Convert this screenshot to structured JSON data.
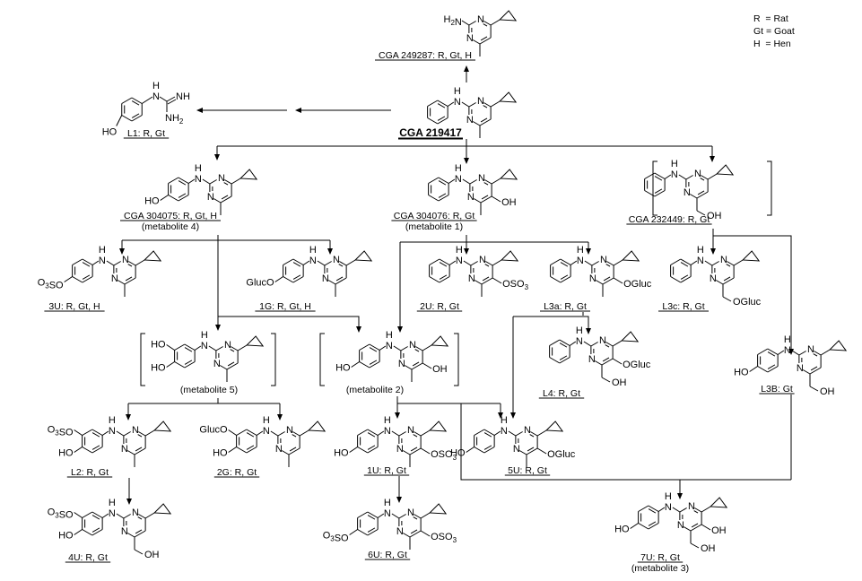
{
  "title": "Proposed metabolic pathway of CGA 219417 (cyprodinil) in rat, goat and hen",
  "legend": [
    {
      "abbr": "R",
      "meaning": "Rat",
      "text": "R  = Rat"
    },
    {
      "abbr": "Gt",
      "meaning": "Goat",
      "text": "Gt = Goat"
    },
    {
      "abbr": "H",
      "meaning": "Hen",
      "text": "H  = Hen"
    }
  ],
  "compounds": {
    "parent": {
      "label": "CGA 219417"
    },
    "cga249287": {
      "label": "CGA 249287: R, Gt, H",
      "substituents": {
        "amine": "H2N"
      }
    },
    "l1": {
      "label": "L1: R, Gt",
      "substituents": {
        "ho": "HO",
        "nh": "NH",
        "nh2": "NH2"
      }
    },
    "cga304075": {
      "label": "CGA 304075: R, Gt, H",
      "sublabel": "(metabolite 4)"
    },
    "cga304076": {
      "label": "CGA 304076: R, Gt",
      "sublabel": "(metabolite 1)"
    },
    "cga232449": {
      "label": "CGA 232449: R, Gt",
      "bracketed": true
    },
    "u3": {
      "label": "3U: R, Gt, H",
      "substituents": {
        "r": "O3SO"
      }
    },
    "g1": {
      "label": "1G: R, Gt, H",
      "substituents": {
        "r": "GlucO"
      }
    },
    "u2": {
      "label": "2U: R, Gt",
      "substituents": {
        "r": "OSO3"
      }
    },
    "l3a": {
      "label": "L3a: R, Gt",
      "substituents": {
        "r": "OGluc"
      }
    },
    "l3c": {
      "label": "L3c: R, Gt",
      "substituents": {
        "r": "OGluc"
      }
    },
    "met5": {
      "sublabel": "(metabolite 5)",
      "bracketed": true
    },
    "met2": {
      "sublabel": "(metabolite 2)",
      "bracketed": true
    },
    "l4": {
      "label": "L4: R, Gt",
      "substituents": {
        "r": "OGluc",
        "oh": "OH"
      }
    },
    "l3b": {
      "label": "L3B: Gt"
    },
    "l2": {
      "label": "L2: R, Gt",
      "substituents": {
        "r": "O3SO"
      }
    },
    "g2": {
      "label": "2G: R, Gt",
      "substituents": {
        "r": "GlucO"
      }
    },
    "u1": {
      "label": "1U: R, Gt",
      "substituents": {
        "r": "OSO3"
      }
    },
    "u5": {
      "label": "5U: R, Gt",
      "substituents": {
        "r": "OGluc"
      }
    },
    "u4": {
      "label": "4U: R, Gt"
    },
    "u6": {
      "label": "6U: R, Gt",
      "substituents": {
        "r1": "O3SO",
        "r2": "OSO3"
      }
    },
    "u7": {
      "label": "7U: R, Gt",
      "sublabel": "(metabolite 3)"
    }
  },
  "atoms": {
    "N": "N",
    "H": "H",
    "OH": "OH",
    "HO": "HO",
    "NH": "NH",
    "NH2": "NH2",
    "H2N": "H2N"
  },
  "pathways": [
    [
      "CGA 219417",
      "CGA 249287"
    ],
    [
      "CGA 219417",
      "L1"
    ],
    [
      "CGA 219417",
      "CGA 304075"
    ],
    [
      "CGA 219417",
      "CGA 304076"
    ],
    [
      "CGA 219417",
      "CGA 232449"
    ],
    [
      "CGA 304075",
      "3U"
    ],
    [
      "CGA 304075",
      "1G"
    ],
    [
      "CGA 304075",
      "metabolite 5"
    ],
    [
      "CGA 304075",
      "metabolite 2"
    ],
    [
      "CGA 304076",
      "2U"
    ],
    [
      "CGA 304076",
      "L3a"
    ],
    [
      "CGA 304076",
      "metabolite 2"
    ],
    [
      "CGA 232449",
      "L3c"
    ],
    [
      "CGA 232449",
      "L3B"
    ],
    [
      "L3a",
      "L4"
    ],
    [
      "L3a",
      "5U"
    ],
    [
      "metabolite 5",
      "L2"
    ],
    [
      "metabolite 5",
      "2G"
    ],
    [
      "metabolite 2",
      "1U"
    ],
    [
      "metabolite 2",
      "5U"
    ],
    [
      "metabolite 2",
      "7U"
    ],
    [
      "L3B",
      "7U"
    ],
    [
      "L2",
      "4U"
    ],
    [
      "1U",
      "6U"
    ]
  ]
}
